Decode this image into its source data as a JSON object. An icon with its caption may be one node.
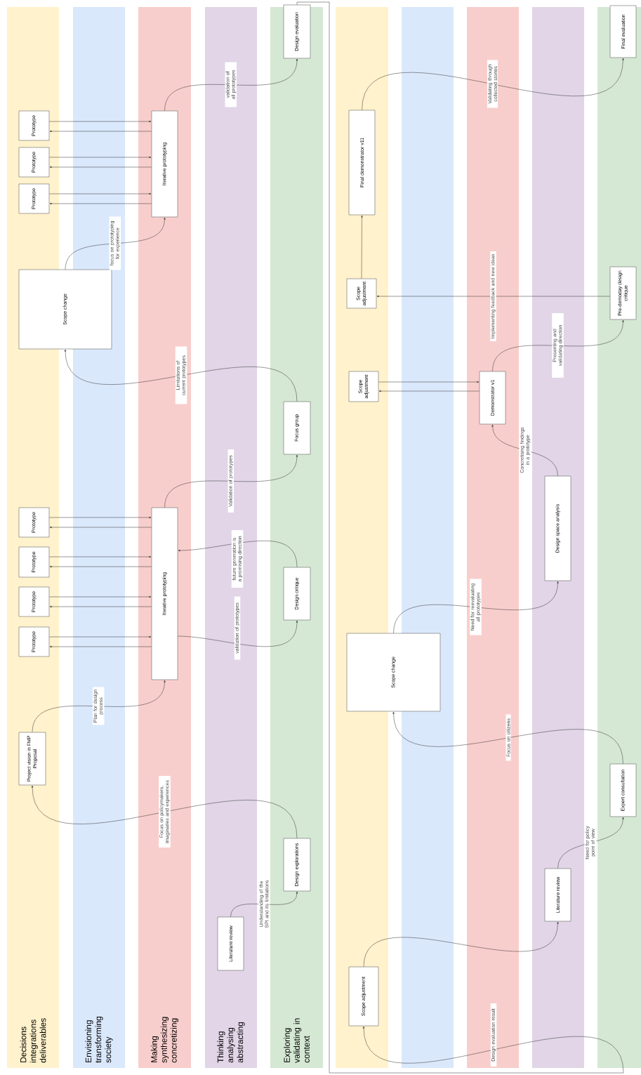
{
  "diagram": {
    "nodes": [
      {
        "text": [
          "Literature review"
        ]
      },
      {
        "text": [
          "Design explorations"
        ]
      },
      {
        "text": [
          "Project vision in FMP Proposal"
        ]
      },
      {
        "text": [
          "Iterative prototyping"
        ]
      },
      {
        "text": [
          "Prototype"
        ]
      },
      {
        "text": [
          "Prototype"
        ]
      },
      {
        "text": [
          "Prototype"
        ]
      },
      {
        "text": [
          "Prototype"
        ]
      },
      {
        "text": [
          "Design critique"
        ]
      },
      {
        "text": [
          "Focus group"
        ]
      },
      {
        "text": [
          "Scope change"
        ]
      },
      {
        "text": [
          "Iterative prototyping"
        ]
      },
      {
        "text": [
          "Prototype"
        ]
      },
      {
        "text": [
          "Prototype"
        ]
      },
      {
        "text": [
          "Prototype"
        ]
      },
      {
        "text": [
          "Design evaluation"
        ]
      },
      {
        "text": [
          "Scope adjustment"
        ]
      },
      {
        "text": [
          "Literature review"
        ]
      },
      {
        "text": [
          "Expert consultation"
        ]
      },
      {
        "text": [
          "Scope change"
        ]
      },
      {
        "text": [
          "Design space analysis"
        ]
      },
      {
        "text": [
          "Demonstrator v1"
        ]
      },
      {
        "text": [
          "Scope adjustment"
        ]
      },
      {
        "text": [
          "Pre-demoday design critique"
        ]
      },
      {
        "text": [
          "Scope adjustment"
        ]
      },
      {
        "text": [
          "Final demonstrator v11"
        ]
      },
      {
        "text": [
          "Final evaluation"
        ]
      }
    ],
    "edges": [
      {
        "from": 0,
        "to": 1,
        "arrow": "to",
        "label": "Understanding of the SPI and its limitations"
      },
      {
        "from": 1,
        "to": 2,
        "arrow": "to",
        "label": "Focus on policymakers, imaginaries and experiences"
      },
      {
        "from": 2,
        "to": 3,
        "arrow": "to",
        "label": "Plan for design process"
      },
      {
        "from": 4,
        "to": 3,
        "arrow": "to"
      },
      {
        "from": 3,
        "to": 4,
        "arrow": "to"
      },
      {
        "from": 5,
        "to": 3,
        "arrow": "to"
      },
      {
        "from": 3,
        "to": 5,
        "arrow": "to"
      },
      {
        "from": 6,
        "to": 3,
        "arrow": "to"
      },
      {
        "from": 3,
        "to": 6,
        "arrow": "to"
      },
      {
        "from": 7,
        "to": 3,
        "arrow": "to"
      },
      {
        "from": 3,
        "to": 7,
        "arrow": "to"
      },
      {
        "from": 3,
        "to": 8,
        "arrow": "to",
        "label": "validation of prototypes"
      },
      {
        "from": 8,
        "to": 3,
        "arrow": "to",
        "label": "future generation is a promising direction"
      },
      {
        "from": 3,
        "to": 9,
        "arrow": "to",
        "label": "Validation of prototypes"
      },
      {
        "from": 9,
        "to": 10,
        "arrow": "to",
        "label": "Limitations of current prototypes"
      },
      {
        "from": 10,
        "to": 11,
        "arrow": "to",
        "label": "focus on prototyping for experience"
      },
      {
        "from": 12,
        "to": 11,
        "arrow": "to"
      },
      {
        "from": 11,
        "to": 12,
        "arrow": "to"
      },
      {
        "from": 13,
        "to": 11,
        "arrow": "to"
      },
      {
        "from": 11,
        "to": 13,
        "arrow": "to"
      },
      {
        "from": 14,
        "to": 11,
        "arrow": "to"
      },
      {
        "from": 11,
        "to": 14,
        "arrow": "to"
      },
      {
        "from": 11,
        "to": 15,
        "arrow": "to",
        "label": "validation of all prototypes"
      },
      {
        "from": 15,
        "to": 16,
        "arrow": "to",
        "label": "Design evaluation result"
      },
      {
        "from": 16,
        "to": 17,
        "arrow": "to"
      },
      {
        "from": 17,
        "to": 18,
        "arrow": "to",
        "label": "Need for policy point of view"
      },
      {
        "from": 18,
        "to": 19,
        "arrow": "to",
        "label": "Focus on citizens"
      },
      {
        "from": 19,
        "to": 20,
        "arrow": "to",
        "label": "Need for reevaluating all prototypes"
      },
      {
        "from": 20,
        "to": 21,
        "arrow": "to",
        "label": "Concretising findings in a prototype"
      },
      {
        "from": 22,
        "to": 21,
        "arrow": "to"
      },
      {
        "from": 21,
        "to": 22,
        "arrow": "to"
      },
      {
        "from": 21,
        "to": 23,
        "arrow": "to",
        "label": "Presenting and validating direction"
      },
      {
        "from": 23,
        "to": 24,
        "arrow": "to",
        "label": "Implementing feedback and new ideas"
      },
      {
        "from": 24,
        "to": 25,
        "arrow": "to"
      },
      {
        "from": 25,
        "to": 26,
        "arrow": "to",
        "label": "Validating through collected stories"
      }
    ],
    "labels": [
      "Decisions integrations deliverables",
      "Envisioning transforming society",
      "Making synthesizing concretizing",
      "Thinking analysing abstracting",
      "Exploring validating in context"
    ]
  }
}
